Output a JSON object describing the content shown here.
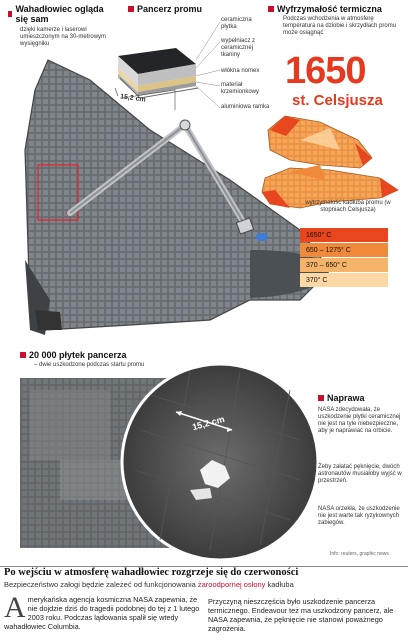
{
  "sections": {
    "wahadlowiec": {
      "title": "Wahadłowiec ogląda się sam",
      "desc": "dzięki kamerze i laserowi umieszczonym na 30-metrowym wysięgniku"
    },
    "pancerz": {
      "title": "Pancerz promu",
      "size": "15,2 cm",
      "labels": [
        "ceramiczna płytka",
        "wypełniacz z ceramicznej tkaniny",
        "włókna nomex",
        "materiał krzemionkowy",
        "aluminiowa ramka"
      ]
    },
    "temp": {
      "title": "Wyfrzymałość termiczna",
      "desc": "Podczas wchodzenia w atmosferę temperatura na dziobie i skrzydłach promu może osiągnąć",
      "value": "1650",
      "unit": "st. Celsjusza",
      "legend_title": "wytrzymałość kadłuba promu (w stopniach Celsjusza)"
    },
    "plytki": {
      "title": "20 000 płytek pancerza",
      "desc": "– dwie uszkodzone podczas startu promu"
    },
    "naprawa": {
      "title": "Naprawa",
      "p1": "NASA zdecydowała, że uszkodzenie płytki ceramicznej nie jest na tyle niebezpieczne, aby je naprawiać na orbicie.",
      "p2": "Żeby załatać pęknięcie, dwóch astronautów musiałoby wyjść w przestrzeń.",
      "p3": "NASA orzekła, że uszkodzenie nie jest warte tak ryzykownych zabiegów.",
      "source": "Info: reuters, graphic news"
    }
  },
  "legend": [
    {
      "label": "1650° C",
      "color": "#e8461e"
    },
    {
      "label": "650 – 1275° C",
      "color": "#f08a3a"
    },
    {
      "label": "370 – 650° C",
      "color": "#f6b36a"
    },
    {
      "label": "370° C",
      "color": "#fbd8a4"
    }
  ],
  "photo": {
    "measure": "15,2 cm"
  },
  "footer": {
    "headline": "Po wejściu w atmosferę wahadłowiec rozgrzeje się do czerwoności",
    "sub_pre": "Bezpieczeństwo załogi będzie zależeć od funkcjonowania ",
    "sub_hl": "żaroodpornej osłony",
    "sub_post": " kadłuba",
    "dropcap": "A",
    "col1": "merykańska agencja kosmiczna NASA zapewnia, że nie dojdzie dziś do tragedii podobnej do tej z 1 lutego 2003 roku. Podczas lądowania spalił się wtedy wahadłowiec Columbia.",
    "col2": "Przyczyną nieszczęścia było uszkodzenie pancerza termicznego. Endeavour też ma uszkodzony pancerz, ale NASA zapewnia, że pęknięcie nie stanowi poważnego zagrożenia."
  }
}
